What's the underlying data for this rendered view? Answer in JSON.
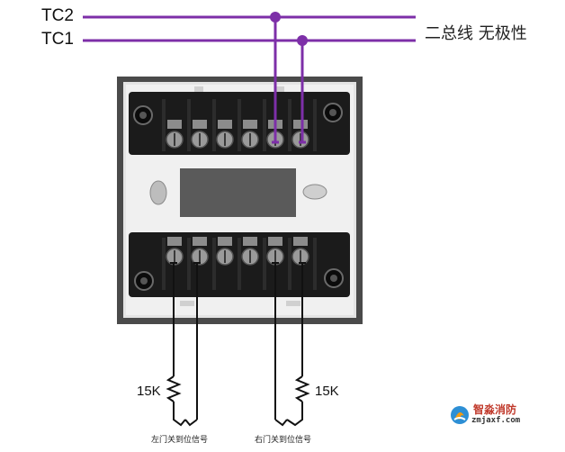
{
  "bus": {
    "tc2_label": "TC2",
    "tc1_label": "TC1",
    "description": "二总线 无极性",
    "wire_color": "#7d2fa8"
  },
  "resistors": {
    "left_label": "15K",
    "right_label": "15K"
  },
  "signals": {
    "left": "左门关到位信号",
    "right": "右门关到位信号"
  },
  "watermark": {
    "name_cn": "智淼消防",
    "site": "zmjaxf.com"
  },
  "colors": {
    "device_frame": "#c4c4c4",
    "device_body": "#e6e6e6",
    "terminal_block": "#1b1b1b",
    "screw": "#9a9a9a",
    "wire": "#111111"
  }
}
